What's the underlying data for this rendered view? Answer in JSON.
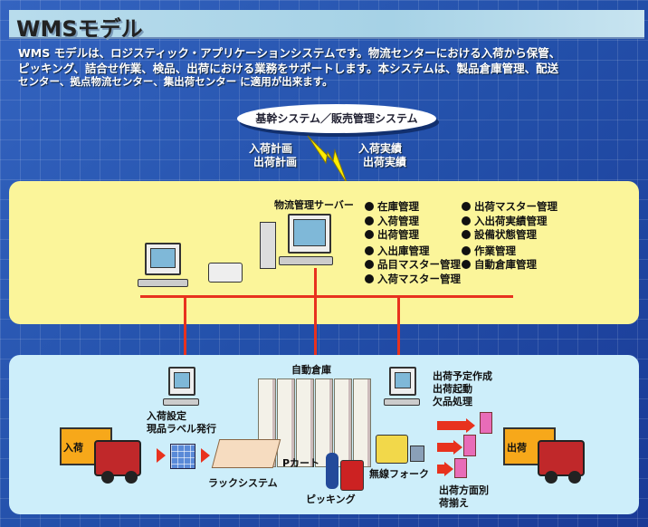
{
  "header": {
    "title": "WMSモデル"
  },
  "description": [
    "WMS モデルは、ロジスティック・アプリケーションシステムです。物流センターにおける入荷から保管、",
    "ピッキング、詰合せ作業、検品、出荷における業務をサポートします。本システムは、製品倉庫管理、配送",
    "センター、拠点物流センター、集出荷センター に適用が出来ます。"
  ],
  "host_system": {
    "label": "基幹システム／販売管理システム",
    "to_wms": [
      "入荷計画",
      "出荷計画"
    ],
    "from_wms": [
      "入荷実績",
      "出荷実績"
    ]
  },
  "server": {
    "label": "物流管理サーバー",
    "functions_left": [
      "在庫管理",
      "入荷管理",
      "出荷管理",
      "入出庫管理",
      "品目マスター管理",
      "入荷マスター管理"
    ],
    "functions_right": [
      "出荷マスター管理",
      "入出荷実績管理",
      "設備状態管理",
      "作業管理",
      "自動倉庫管理"
    ]
  },
  "floor": {
    "receiving_terminal": [
      "入荷設定",
      "現品ラベル発行"
    ],
    "auto_warehouse": "自動倉庫",
    "shipping_terminal": [
      "出荷予定作成",
      "出荷起動",
      "欠品処理"
    ],
    "inbound_truck": "入荷",
    "outbound_truck": "出荷",
    "rack_system": "ラックシステム",
    "p_cart": "Pカート",
    "picking": "ピッキング",
    "forklift": "無線フォーク",
    "sorting": [
      "出荷方面別",
      "荷揃え"
    ]
  },
  "colors": {
    "network_line": "#e8321e",
    "server_panel": "#fbf59a",
    "floor_panel": "#cdeefa",
    "lightning": "#ffee00"
  }
}
